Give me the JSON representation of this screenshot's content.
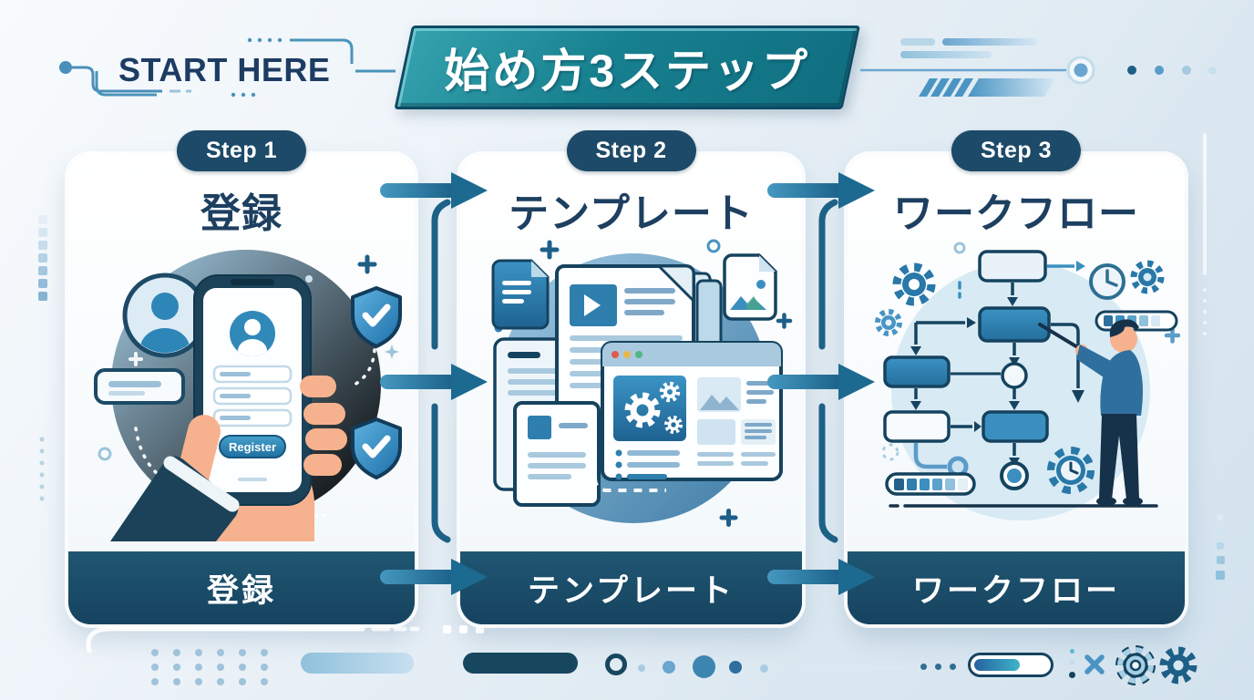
{
  "header": {
    "start_label": "START HERE",
    "title": "始め方3ステップ"
  },
  "steps": [
    {
      "badge": "Step 1",
      "title": "登録",
      "footer": "登録"
    },
    {
      "badge": "Step 2",
      "title": "テンプレート",
      "footer": "テンプレート"
    },
    {
      "badge": "Step 3",
      "title": "ワークフロー",
      "footer": "ワークフロー"
    }
  ],
  "step1_illustration": {
    "register_button_label": "Register"
  },
  "colors": {
    "accent_teal": "#17808f",
    "navy": "#16435f",
    "blue": "#2e7fae",
    "light_blue": "#d6e9f4",
    "background": "#e4edf4"
  }
}
